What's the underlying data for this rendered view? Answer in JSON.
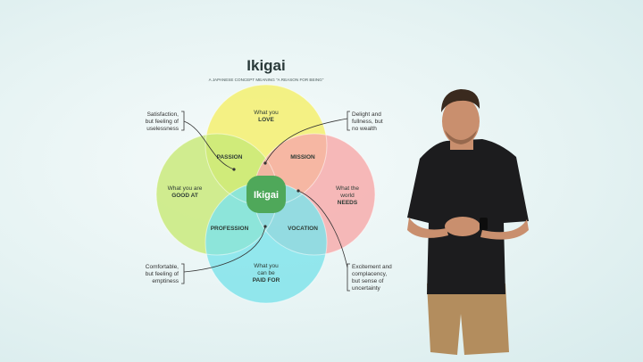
{
  "diagram": {
    "title": "Ikigai",
    "subtitle": "A JAPANESE CONCEPT MEANING \"A REASON FOR BEING\"",
    "circles": {
      "love": {
        "line1": "What you",
        "line2": "LOVE",
        "color": "#f4ef6a"
      },
      "good_at": {
        "line1": "What you are",
        "line2": "GOOD AT",
        "color": "#c8e977"
      },
      "needs": {
        "line1": "What the",
        "line2": "world",
        "line3": "NEEDS",
        "color": "#f7a9a9"
      },
      "paid_for": {
        "line1": "What you",
        "line2": "can be",
        "line3": "PAID FOR",
        "color": "#7ee3ea"
      }
    },
    "overlaps": {
      "passion": "PASSION",
      "mission": "MISSION",
      "profession": "PROFESSION",
      "vocation": "VOCATION"
    },
    "center": {
      "label": "Ikigai",
      "color": "#4fa85a"
    },
    "notes": {
      "top_left": [
        "Satisfaction,",
        "but feeling of",
        "uselessness"
      ],
      "top_right": [
        "Delight and",
        "fullness, but",
        "no wealth"
      ],
      "bottom_left": [
        "Comfortable,",
        "but feeling of",
        "emptiness"
      ],
      "bottom_right": [
        "Excitement and",
        "complacency,",
        "but sense of",
        "uncertainty"
      ]
    }
  },
  "presenter": {
    "shirt_color": "#1c1c1e",
    "shorts_color": "#b38d5e",
    "skin_color": "#c98f6e",
    "hair_color": "#3a2a1e"
  }
}
